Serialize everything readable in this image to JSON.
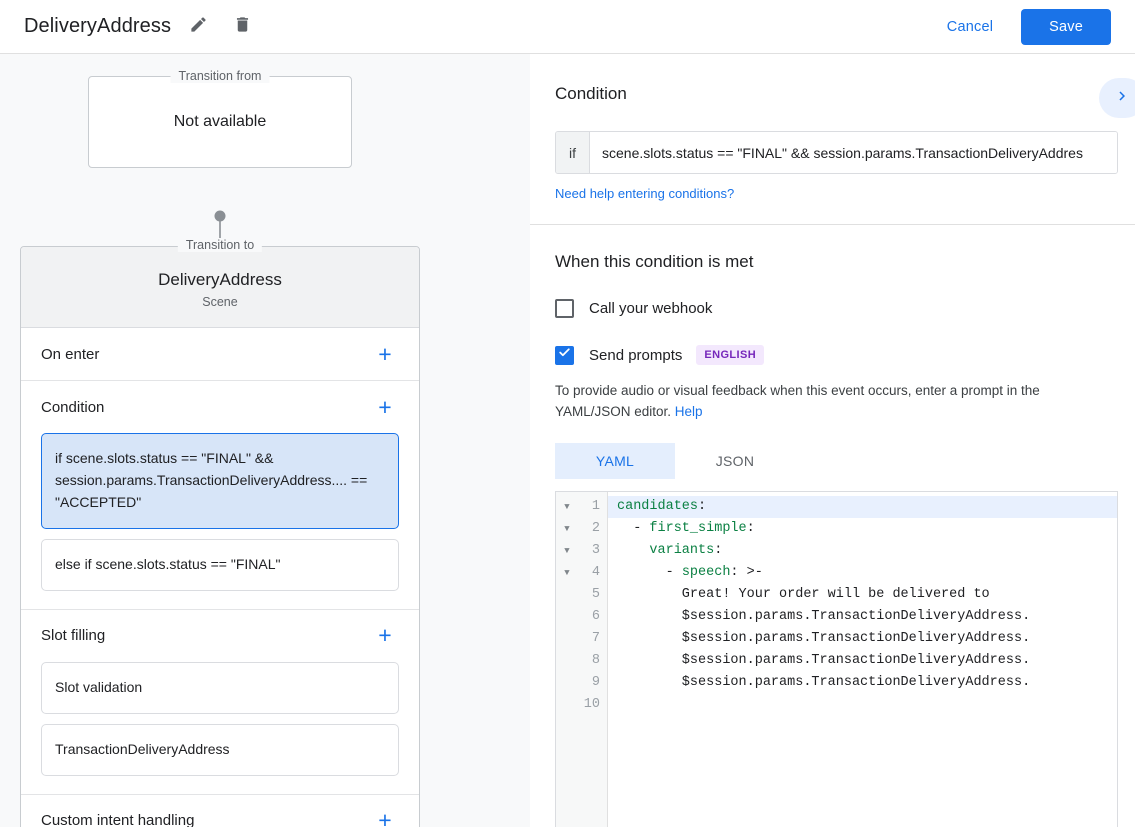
{
  "topbar": {
    "title": "DeliveryAddress",
    "edit_icon": "pencil-icon",
    "delete_icon": "trash-icon",
    "cancel_label": "Cancel",
    "save_label": "Save",
    "accent_color": "#1a73e8"
  },
  "flow": {
    "from_legend": "Transition from",
    "from_value": "Not available",
    "to_legend": "Transition to",
    "to_title": "DeliveryAddress",
    "to_subtitle": "Scene"
  },
  "left_sections": [
    {
      "title": "On enter",
      "add_label": "+",
      "items": []
    },
    {
      "title": "Condition",
      "add_label": "+",
      "items": [
        {
          "text": "if scene.slots.status == \"FINAL\" && session.params.TransactionDeliveryAddress.... == \"ACCEPTED\"",
          "selected": true
        },
        {
          "text": "else if scene.slots.status == \"FINAL\"",
          "selected": false
        }
      ]
    },
    {
      "title": "Slot filling",
      "add_label": "+",
      "items": [
        {
          "text": "Slot validation",
          "selected": false
        },
        {
          "text": "TransactionDeliveryAddress",
          "selected": false
        }
      ]
    },
    {
      "title": "Custom intent handling",
      "add_label": "+",
      "items": []
    }
  ],
  "condition_panel": {
    "heading": "Condition",
    "next_icon": "chevron-right-icon",
    "if_label": "if",
    "expression": "scene.slots.status == \"FINAL\" && session.params.TransactionDeliveryAddres",
    "help_link": "Need help entering conditions?"
  },
  "when_met": {
    "heading": "When this condition is met",
    "webhook": {
      "label": "Call your webhook",
      "checked": false
    },
    "prompts": {
      "label": "Send prompts",
      "checked": true,
      "badge": "ENGLISH",
      "badge_bg": "#f3e8fd",
      "badge_fg": "#7627bb"
    },
    "helper_text": "To provide audio or visual feedback when this event occurs, enter a prompt in the YAML/JSON editor. ",
    "helper_link": "Help"
  },
  "editor": {
    "tabs": [
      {
        "label": "YAML",
        "active": true
      },
      {
        "label": "JSON",
        "active": false
      }
    ],
    "line_numbers": [
      "1",
      "2",
      "3",
      "4",
      "5",
      "6",
      "7",
      "8",
      "9",
      "10"
    ],
    "fold_rows": 4,
    "lines": [
      {
        "num": "1",
        "key": "candidates",
        "punct": ":",
        "indent": 0,
        "prefix": "",
        "plain": ""
      },
      {
        "num": "2",
        "key": "first_simple",
        "punct": ":",
        "indent": 1,
        "prefix": "- ",
        "plain": ""
      },
      {
        "num": "3",
        "key": "variants",
        "punct": ":",
        "indent": 2,
        "prefix": "",
        "plain": ""
      },
      {
        "num": "4",
        "key": "speech",
        "punct": ": >-",
        "indent": 3,
        "prefix": "- ",
        "plain": ""
      },
      {
        "num": "5",
        "key": "",
        "punct": "",
        "indent": 4,
        "prefix": "",
        "plain": "Great! Your order will be delivered to"
      },
      {
        "num": "6",
        "key": "",
        "punct": "",
        "indent": 4,
        "prefix": "",
        "plain": "$session.params.TransactionDeliveryAddress."
      },
      {
        "num": "7",
        "key": "",
        "punct": "",
        "indent": 4,
        "prefix": "",
        "plain": "$session.params.TransactionDeliveryAddress."
      },
      {
        "num": "8",
        "key": "",
        "punct": "",
        "indent": 4,
        "prefix": "",
        "plain": "$session.params.TransactionDeliveryAddress."
      },
      {
        "num": "9",
        "key": "",
        "punct": "",
        "indent": 4,
        "prefix": "",
        "plain": "$session.params.TransactionDeliveryAddress."
      },
      {
        "num": "10",
        "key": "",
        "punct": "",
        "indent": 0,
        "prefix": "",
        "plain": ""
      }
    ]
  }
}
